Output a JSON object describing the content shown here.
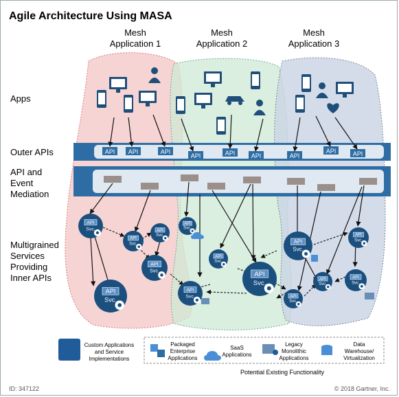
{
  "title": "Agile Architecture Using MASA",
  "mesh_apps": [
    {
      "line1": "Mesh",
      "line2": "Application 1"
    },
    {
      "line1": "Mesh",
      "line2": "Application 2"
    },
    {
      "line1": "Mesh",
      "line2": "Application 3"
    }
  ],
  "row_labels": {
    "apps": "Apps",
    "outer_apis": "Outer APIs",
    "mediation": [
      "API and",
      "Event",
      "Mediation"
    ],
    "inner": [
      "Multigrained",
      "Services",
      "Providing",
      "Inner APIs"
    ]
  },
  "api_label": "API",
  "svc_label": "Svc.",
  "legend": {
    "custom": [
      "Custom Applications",
      "and Service",
      "Implementations"
    ],
    "packaged": [
      "Packaged",
      "Enterprise",
      "Applications"
    ],
    "saas": [
      "SaaS",
      "Applications"
    ],
    "legacy": [
      "Legacy",
      "Monolithic",
      "Applications"
    ],
    "data": [
      "Data",
      "Warehouse/",
      "Virtualization"
    ],
    "existing": "Potential Existing Functionality"
  },
  "footer": {
    "id": "ID: 347122",
    "copyright": "© 2018 Gartner, Inc."
  },
  "colors": {
    "dark_blue": "#1f4e79",
    "band_blue": "#2e6da4",
    "mesh1": "#f4c6c6",
    "mesh2": "#cfe9d6",
    "mesh3": "#c9d3e3",
    "node": "#1b4f7e"
  }
}
